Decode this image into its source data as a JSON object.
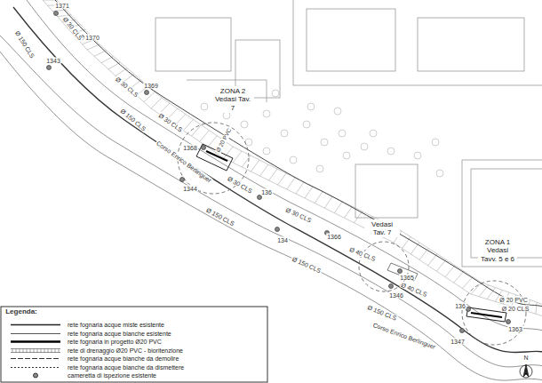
{
  "diagram": {
    "nodes": [
      {
        "text": [
          "ZONA 2 Vedasi Tav. 7"
        ]
      },
      {
        "text": [
          "Vedasi Tav. 7"
        ]
      },
      {
        "text": [
          "ZONA 1 Vedasi Tavv. 5 e 6"
        ]
      }
    ],
    "labels": [
      "1371",
      "Ø 150 CLS",
      "Ø 30 CLS",
      "1370",
      "1343",
      "Ø 30 CLS",
      "1369",
      "Ø 150 CLS",
      "Ø 30 CLS",
      "Corso Enrico Berlinguer",
      "1368",
      "Ø 20 PVC",
      "1344",
      "Ø 30 CLS",
      "136",
      "Ø 150 CLS",
      "Ø 30 CLS",
      "134",
      "1366",
      "Ø 40 CLS",
      "Ø 150 CLS",
      "1365",
      "Ø 40 CLS",
      "1346",
      "Ø 150 CLS",
      "136",
      "Ø 20 PVC",
      "Ø 20 CLS",
      "Corso Enrico Berlinguer",
      "1363",
      "1347",
      "N",
      "Legenda:"
    ],
    "legend": [
      {
        "text": "rete fognaria acque miste esistente"
      },
      {
        "text": "rete fognaria acque bianche esistente"
      },
      {
        "text": "rete fognaria in progetto Ø20 PVC"
      },
      {
        "text": "rete di drenaggio Ø20 PVC - bioritenzione"
      },
      {
        "text": "rete fognaria acque bianche da demolire"
      },
      {
        "text": "rete fognaria acque bianche da dismettere"
      },
      {
        "text": "cameretta di ispezione esistente"
      }
    ]
  }
}
